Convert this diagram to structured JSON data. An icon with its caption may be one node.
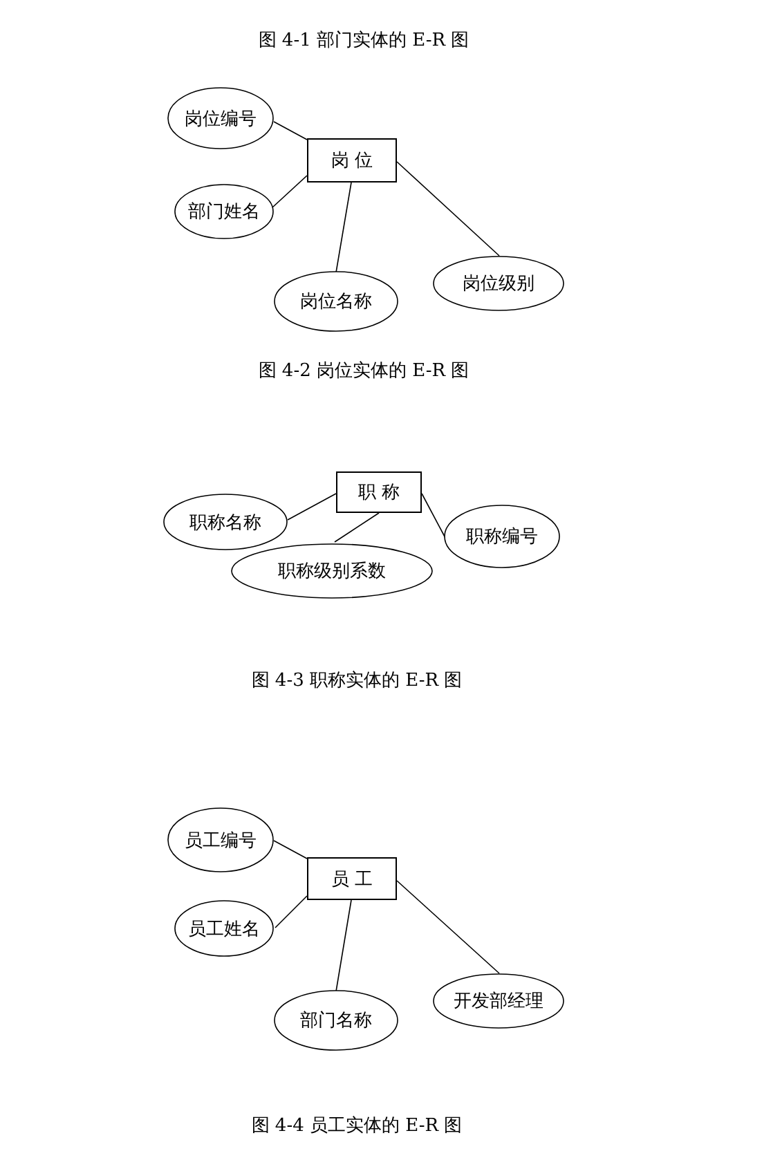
{
  "diagram": {
    "nodes": [
      {
        "text": [
          "岗 位"
        ]
      },
      {
        "text": [
          "岗位编号"
        ]
      },
      {
        "text": [
          "部门姓名"
        ]
      },
      {
        "text": [
          "岗位名称"
        ]
      },
      {
        "text": [
          "岗位级别"
        ]
      },
      {
        "text": [
          "职 称"
        ]
      },
      {
        "text": [
          "职称名称"
        ]
      },
      {
        "text": [
          "职称级别系数"
        ]
      },
      {
        "text": [
          "职称编号"
        ]
      },
      {
        "text": [
          "员 工"
        ]
      },
      {
        "text": [
          "员工编号"
        ]
      },
      {
        "text": [
          "员工姓名"
        ]
      },
      {
        "text": [
          "部门名称"
        ]
      },
      {
        "text": [
          "开发部经理"
        ]
      }
    ],
    "edges": [
      {
        "from": 0,
        "to": 1,
        "arrow": "none"
      },
      {
        "from": 0,
        "to": 2,
        "arrow": "none"
      },
      {
        "from": 0,
        "to": 3,
        "arrow": "none"
      },
      {
        "from": 0,
        "to": 4,
        "arrow": "none"
      },
      {
        "from": 5,
        "to": 6,
        "arrow": "none"
      },
      {
        "from": 5,
        "to": 7,
        "arrow": "none"
      },
      {
        "from": 5,
        "to": 8,
        "arrow": "none"
      },
      {
        "from": 9,
        "to": 10,
        "arrow": "none"
      },
      {
        "from": 9,
        "to": 11,
        "arrow": "none"
      },
      {
        "from": 9,
        "to": 12,
        "arrow": "none"
      },
      {
        "from": 9,
        "to": 13,
        "arrow": "none"
      }
    ],
    "labels": [
      "图 4-1 部门实体的 E-R 图",
      "图 4-2 岗位实体的 E-R 图",
      "图 4-3 职称实体的 E-R 图",
      "图 4-4 员工实体的 E-R 图"
    ]
  }
}
